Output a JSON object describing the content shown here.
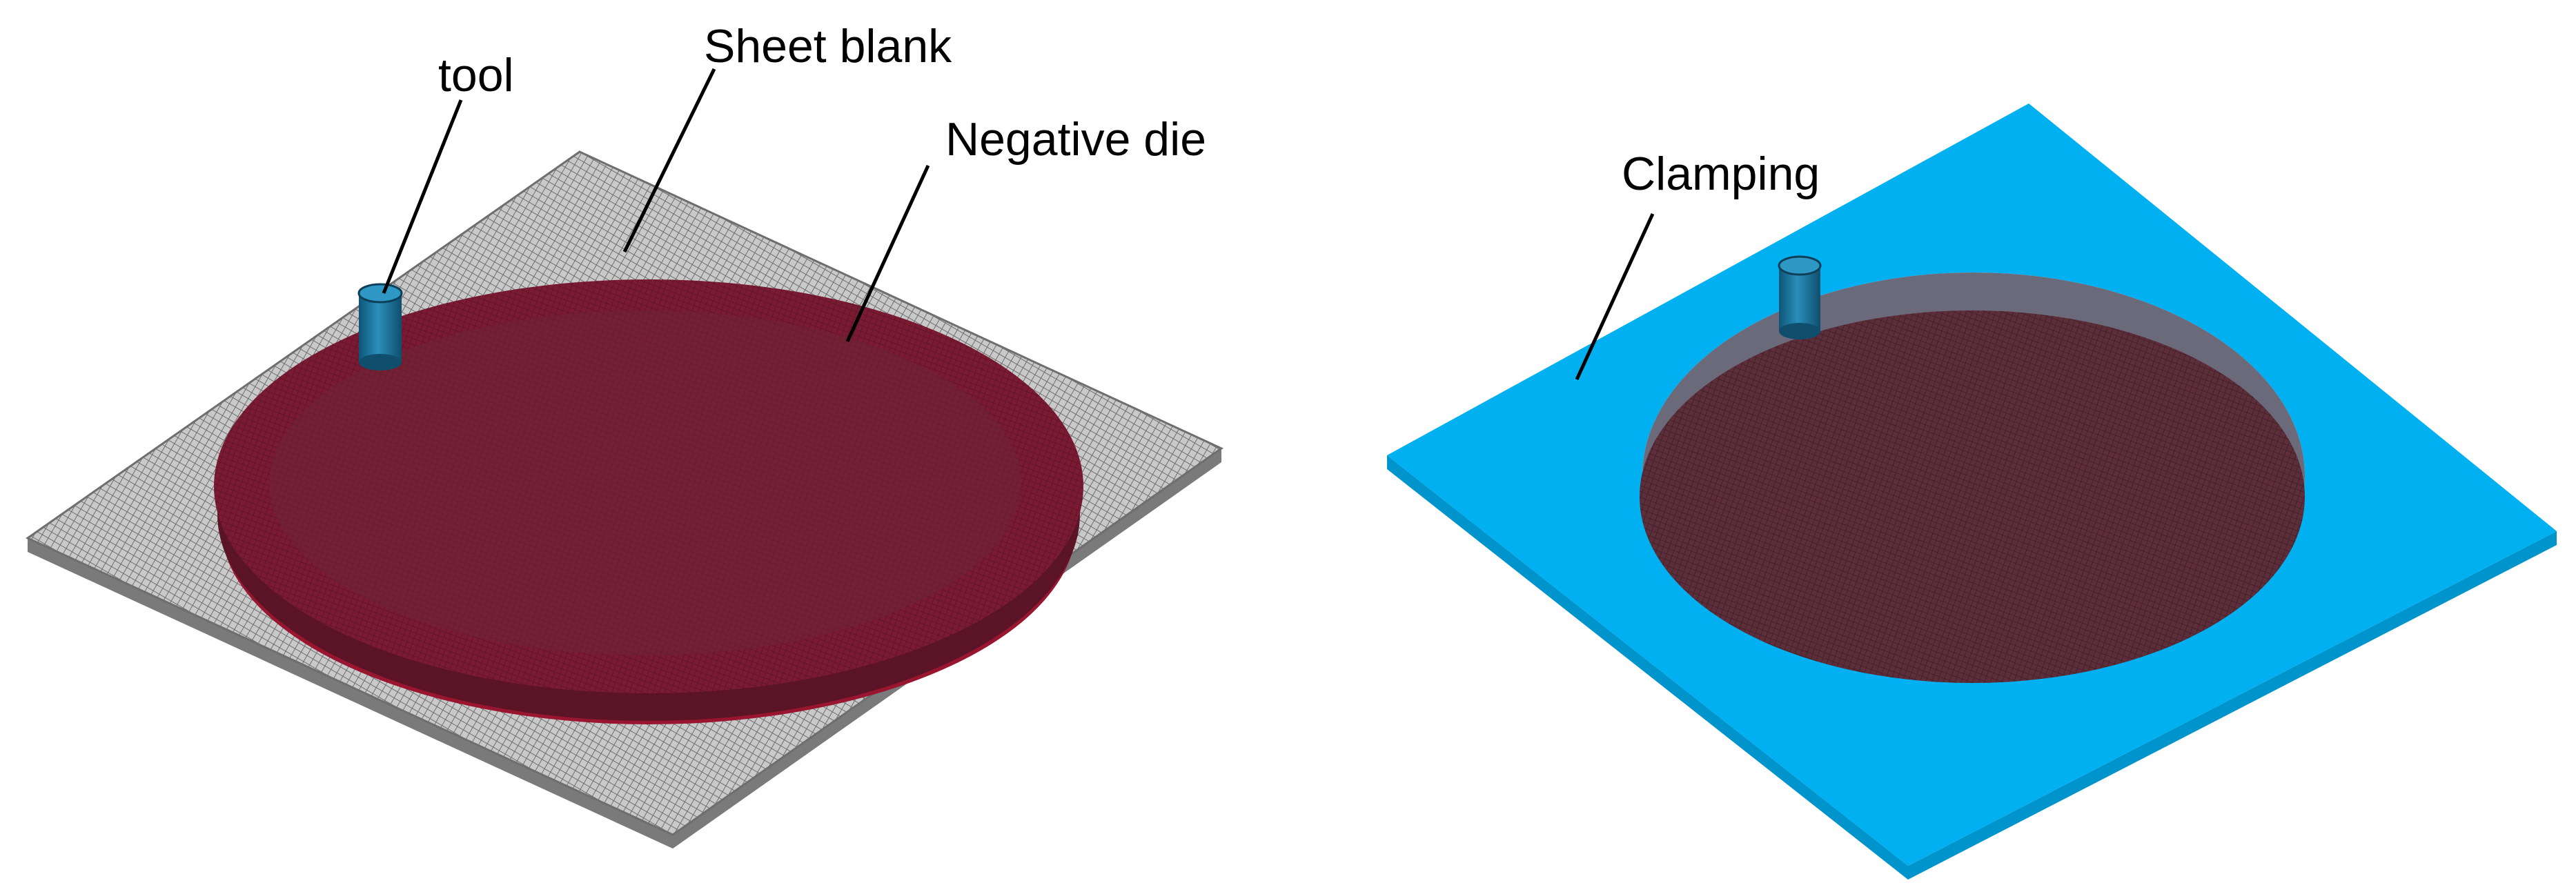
{
  "labels": {
    "tool": "tool",
    "sheet_blank": "Sheet blank",
    "negative_die": "Negative die",
    "clamping": "Clamping"
  },
  "colors": {
    "sheet_mesh": "#8e8e8e",
    "sheet_mesh_dark": "#5f5f5f",
    "die": "#7a1a33",
    "die_dark": "#5a1426",
    "die_inner": "#6a2a3a",
    "tool": "#1a6f96",
    "tool_top": "#2a8fbc",
    "clamping": "#00b0f0",
    "hole_interior": "#5c2e3a",
    "leader_line": "#000000"
  },
  "icons": {
    "tool": "cylinder-tool",
    "negative_die": "ellipse-die",
    "sheet_blank": "mesh-plate",
    "clamping": "clamping-plate"
  }
}
